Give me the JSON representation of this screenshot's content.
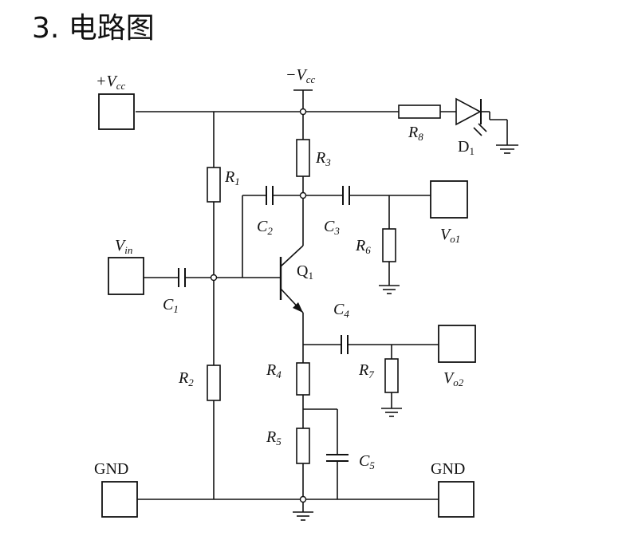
{
  "heading": "3. 电路图",
  "labels": {
    "vcc_pos": "+V",
    "vcc_pos_sub": "cc",
    "vcc_neg": "−V",
    "vcc_neg_sub": "cc",
    "vin": "V",
    "vin_sub": "in",
    "vo1": "V",
    "vo1_sub": "o1",
    "vo2": "V",
    "vo2_sub": "o2",
    "r1": "R",
    "r1_sub": "1",
    "r2": "R",
    "r2_sub": "2",
    "r3": "R",
    "r3_sub": "3",
    "r4": "R",
    "r4_sub": "4",
    "r5": "R",
    "r5_sub": "5",
    "r6": "R",
    "r6_sub": "6",
    "r7": "R",
    "r7_sub": "7",
    "r8": "R",
    "r8_sub": "8",
    "c1": "C",
    "c1_sub": "1",
    "c2": "C",
    "c2_sub": "2",
    "c3": "C",
    "c3_sub": "3",
    "c4": "C",
    "c4_sub": "4",
    "c5": "C",
    "c5_sub": "5",
    "q1": "Q",
    "q1_sub": "1",
    "d1": "D",
    "d1_sub": "1",
    "gnd_left": "GND",
    "gnd_right": "GND"
  }
}
